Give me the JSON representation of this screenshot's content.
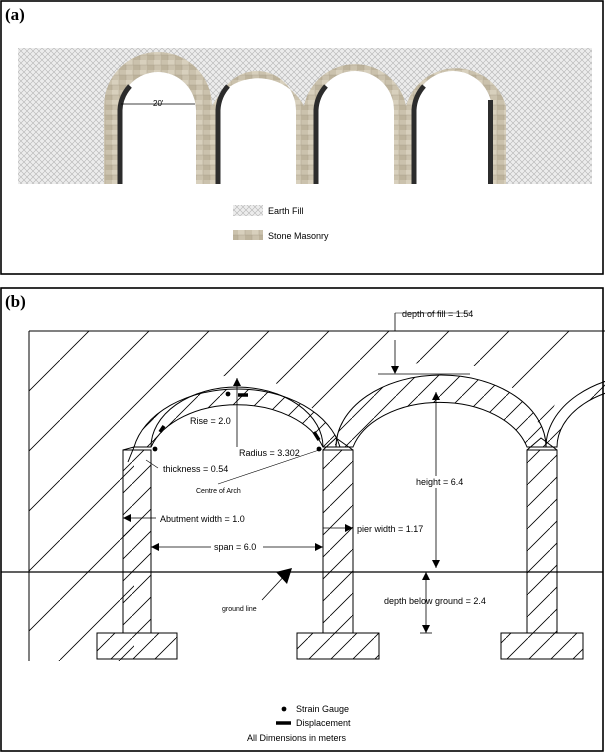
{
  "panel_a": {
    "label": "(a)",
    "span_label": "20'",
    "legend": {
      "earth_fill": "Earth Fill",
      "stone_masonry": "Stone Masonry"
    },
    "colors": {
      "fill_hatch": "#c9c9c9",
      "masonry": "#cbc2ad",
      "masonry_dark": "#3a3a3a"
    }
  },
  "panel_b": {
    "label": "(b)",
    "annotations": {
      "depth_of_fill": "depth of fill = 1.54",
      "rise": "Rise = 2.0",
      "radius": "Radius = 3.302",
      "thickness": "thickness = 0.54",
      "centre": "Centre of Arch",
      "height": "height = 6.4",
      "abutment_width": "Abutment width = 1.0",
      "pier_width": "pier width = 1.17",
      "span": "span = 6.0",
      "ground_line": "ground line",
      "depth_below_ground": "depth below ground = 2.4"
    },
    "legend": {
      "strain_gauge": "Strain Gauge",
      "displacement": "Displacement",
      "units_note": "All Dimensions in meters"
    }
  }
}
